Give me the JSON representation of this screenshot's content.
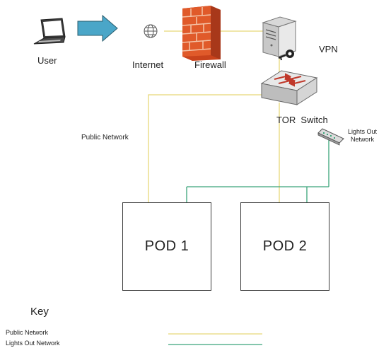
{
  "nodes": {
    "user": "User",
    "internet": "Internet",
    "firewall": "Firewall",
    "vpn": "VPN",
    "tor_switch": "TOR  Switch",
    "lights_out_line1": "Lights Out",
    "lights_out_line2": "Network",
    "public_network": "Public Network",
    "pod1": "POD 1",
    "pod2": "POD  2"
  },
  "key": {
    "title": "Key",
    "public_network": "Public Network",
    "lights_out_network": "Lights Out Network"
  },
  "colors": {
    "public_network_line": "#e8d878",
    "lights_out_line": "#3aa57a",
    "arrow_fill": "#4aa6c8",
    "firewall": "#e05a2a"
  }
}
